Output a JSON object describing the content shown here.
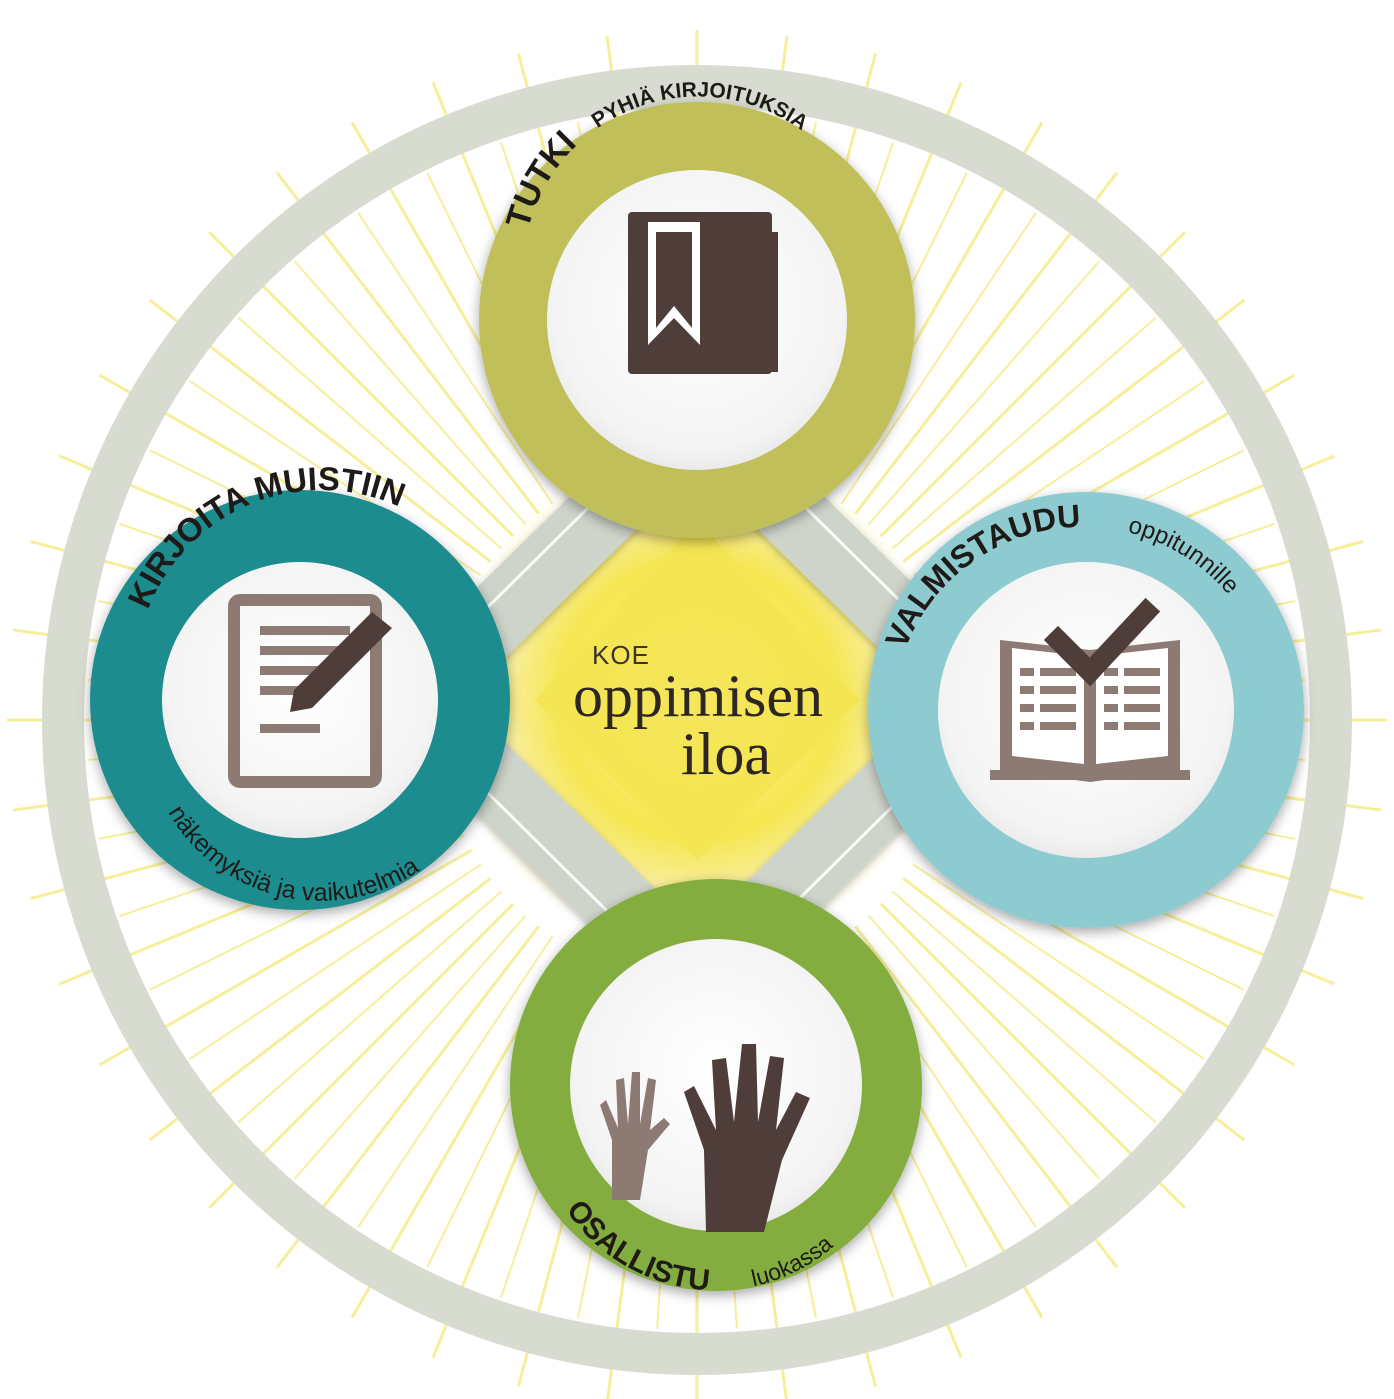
{
  "colors": {
    "outer_ring": "#d8dcd0",
    "rays": "#f6ef9a",
    "sun": "#f4e452",
    "path": "#cfd4cb",
    "ring_study": "#c0bf5a",
    "ring_record": "#1e8c8e",
    "ring_prepare": "#8ecbd1",
    "ring_participate": "#84ad3f",
    "icon_dark": "#4e3d38",
    "icon_light": "#8c7a73"
  },
  "center": {
    "small": "KOE",
    "line1": "oppimisen",
    "line2": "iloa"
  },
  "stations": {
    "study": {
      "title": "TUTKI",
      "subtitle": "PYHIÄ KIRJOITUKSIA",
      "icon": "bookmarked-book-icon"
    },
    "record": {
      "title": "KIRJOITA MUISTIIN",
      "subtitle": "näkemyksiä ja vaikutelmia",
      "icon": "document-pen-icon"
    },
    "prepare": {
      "title": "VALMISTAUDU",
      "subtitle": "oppitunnille",
      "icon": "open-book-checkmark-icon"
    },
    "participate": {
      "title": "OSALLISTU",
      "subtitle": "luokassa",
      "icon": "raised-hands-icon"
    }
  }
}
